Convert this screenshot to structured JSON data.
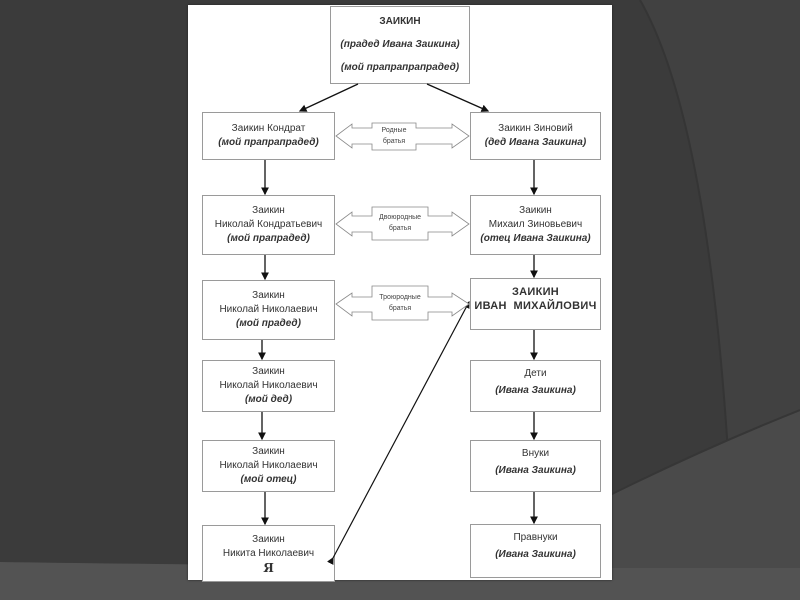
{
  "slide": {
    "background_color": "#3b3b3b",
    "page_color": "#ffffff",
    "bottom_band_color": "#535353"
  },
  "root": {
    "line1": "ЗАИКИН",
    "line2": "(прадед Ивана Заикина)",
    "line3": "(мой прапрапрапрадед)"
  },
  "left_column": [
    {
      "lines": [
        "Заикин Кондрат"
      ],
      "role": "(мой прапрапрадед)"
    },
    {
      "lines": [
        "Заикин",
        "Николай Кондратьевич"
      ],
      "role": "(мой прапрадед)"
    },
    {
      "lines": [
        "Заикин",
        "Николай Николаевич"
      ],
      "role": "(мой прадед)"
    },
    {
      "lines": [
        "Заикин",
        "Николай Николаевич"
      ],
      "role": "(мой дед)"
    },
    {
      "lines": [
        "Заикин",
        "Николай Николаевич"
      ],
      "role": "(мой отец)"
    },
    {
      "lines": [
        "Заикин",
        "Никита Николаевич"
      ],
      "role": "Я"
    }
  ],
  "right_column": [
    {
      "lines": [
        "Заикин Зиновий"
      ],
      "role": "(дед Ивана Заикина)"
    },
    {
      "lines": [
        "Заикин",
        "Михаил Зиновьевич"
      ],
      "role": "(отец Ивана Заикина)"
    },
    {
      "lines": [
        "ЗАИКИН",
        "ИВАН  МИХАЙЛОВИЧ"
      ],
      "role": ""
    },
    {
      "lines": [
        "Дети"
      ],
      "role": "(Ивана Заикина)"
    },
    {
      "lines": [
        "Внуки"
      ],
      "role": "(Ивана Заикина)"
    },
    {
      "lines": [
        "Правнуки"
      ],
      "role": "(Ивана Заикина)"
    }
  ],
  "relations": [
    {
      "line1": "Родные",
      "line2": "братья"
    },
    {
      "line1": "Двоюродные",
      "line2": "братья"
    },
    {
      "line1": "Троюродные",
      "line2": "братья"
    }
  ]
}
